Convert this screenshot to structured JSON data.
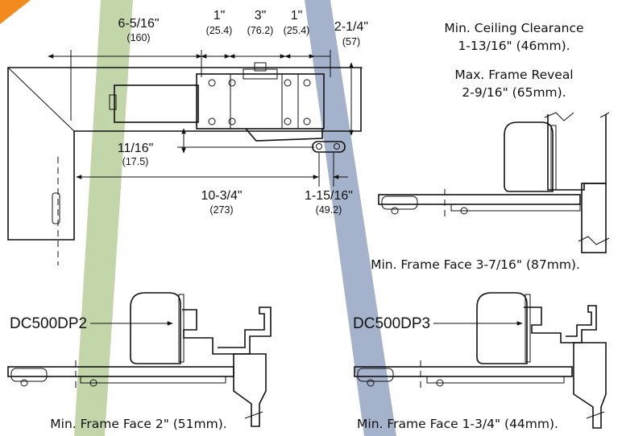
{
  "colors": {
    "green_band": "#b9cf9a",
    "blue_band": "#9aabc5",
    "orange_accent": "#f28a1e",
    "line": "#111111"
  },
  "top_view": {
    "dims": [
      {
        "value": "6-5/16\"",
        "metric": "(160)"
      },
      {
        "value": "1\"",
        "metric": "(25.4)"
      },
      {
        "value": "3\"",
        "metric": "(76.2)"
      },
      {
        "value": "1\"",
        "metric": "(25.4)"
      },
      {
        "value": "2-1/4\"",
        "metric": "(57)"
      },
      {
        "value": "11/16\"",
        "metric": "(17.5)"
      },
      {
        "value": "10-3/4\"",
        "metric": "(273)"
      },
      {
        "value": "1-15/16\"",
        "metric": "(49.2)"
      }
    ]
  },
  "notes": {
    "ceiling_clearance_1": "Min. Ceiling Clearance",
    "ceiling_clearance_2": "1-13/16\" (46mm).",
    "frame_reveal_1": "Max. Frame Reveal",
    "frame_reveal_2": "2-9/16\" (65mm).",
    "frame_face_top": "Min. Frame Face 3-7/16\" (87mm).",
    "frame_face_dp2": "Min. Frame Face 2\" (51mm).",
    "frame_face_dp3": "Min. Frame Face 1-3/4\" (44mm)."
  },
  "models": {
    "dp2": "DC500DP2",
    "dp3": "DC500DP3"
  }
}
